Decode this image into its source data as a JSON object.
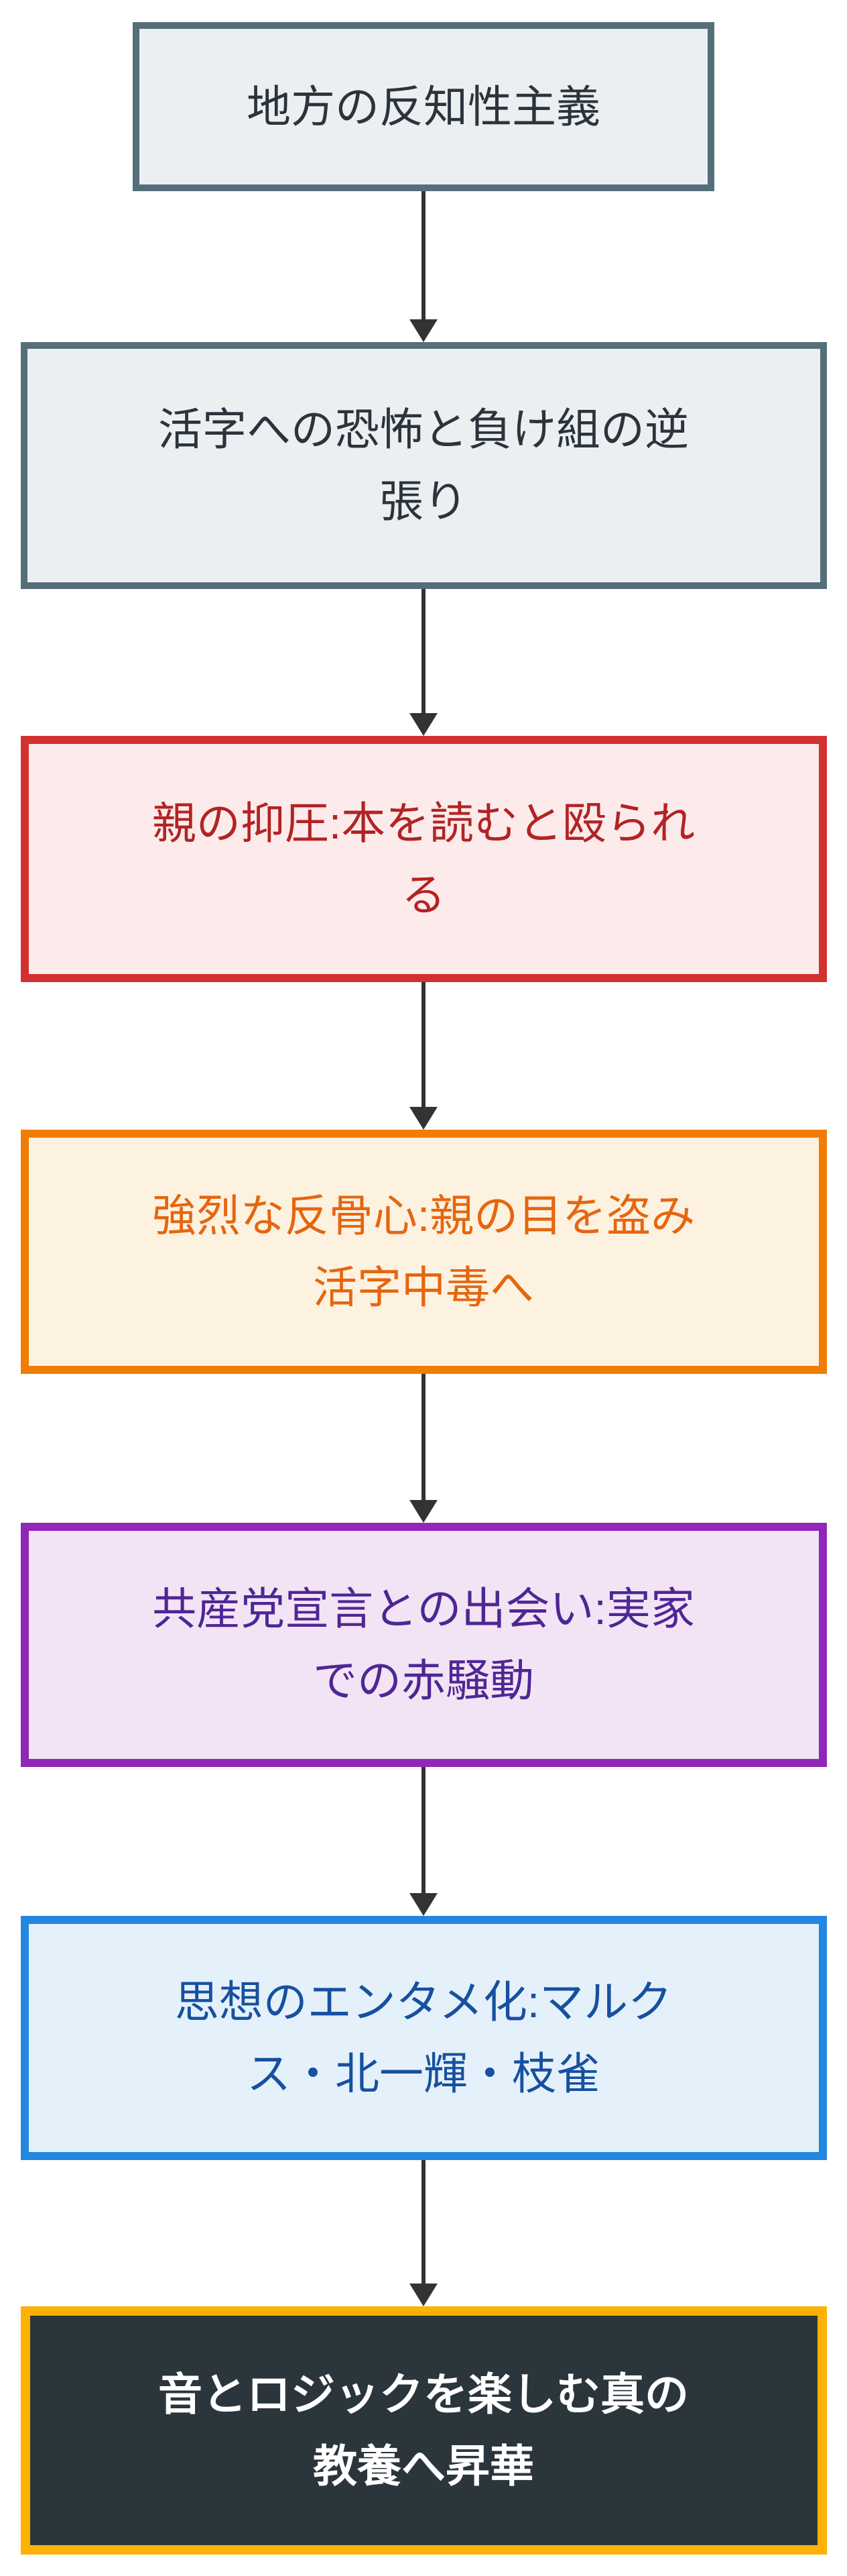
{
  "flowchart": {
    "type": "vertical-flowchart",
    "direction": "top-down",
    "background_color": "#ffffff",
    "arrow_color": "#333333",
    "nodes": [
      {
        "id": "node-1",
        "label": "地方の反知性主義",
        "border_color": "#546e7a",
        "fill_color": "#eceff1",
        "text_color": "#2b343c",
        "bold": false
      },
      {
        "id": "node-2",
        "label": "活字への恐怖と負け組の逆\n張り",
        "border_color": "#546e7a",
        "fill_color": "#eceff1",
        "text_color": "#2b343c",
        "bold": false
      },
      {
        "id": "node-3",
        "label": "親の抑圧:本を読むと殴られ\nる",
        "border_color": "#d33030",
        "fill_color": "#fcebea",
        "text_color": "#b22325",
        "bold": false
      },
      {
        "id": "node-4",
        "label": "強烈な反骨心:親の目を盗み\n活字中毒へ",
        "border_color": "#f07d05",
        "fill_color": "#fdf2e0",
        "text_color": "#e5660f",
        "bold": false
      },
      {
        "id": "node-5",
        "label": "共産党宣言との出会い:実家\nでの赤騒動",
        "border_color": "#9127b8",
        "fill_color": "#f2e4f5",
        "text_color": "#4f2694",
        "bold": false
      },
      {
        "id": "node-6",
        "label": "思想のエンタメ化:マルク\nス・北一輝・枝雀",
        "border_color": "#2187e0",
        "fill_color": "#e4f1fb",
        "text_color": "#17509f",
        "bold": false
      },
      {
        "id": "node-7",
        "label": "音とロジックを楽しむ真の\n教養へ昇華",
        "border_color": "#fcb103",
        "fill_color": "#2b353c",
        "text_color": "#ffffff",
        "bold": true
      }
    ]
  }
}
